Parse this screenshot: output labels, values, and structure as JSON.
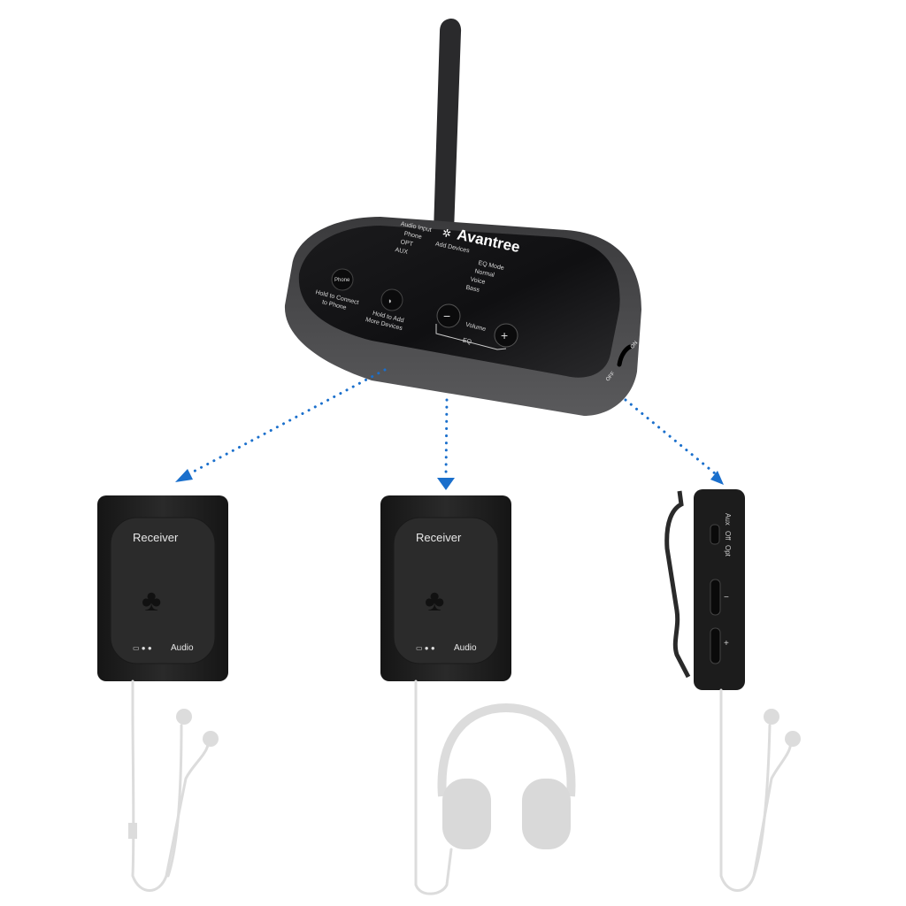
{
  "transmitter": {
    "brand": "Avantree",
    "labels": {
      "audio_input": "Audio Input",
      "phone": "Phone",
      "opt": "OPT",
      "aux": "AUX",
      "add_devices": "Add Devices",
      "eq_mode": "EQ Mode",
      "normal": "Normal",
      "voice": "Voice",
      "bass": "Bass",
      "phone_button": "Phone",
      "hold_connect_1": "Hold to Connect",
      "hold_connect_2": "to Phone",
      "hold_add_1": "Hold to Add",
      "hold_add_2": "More Devices",
      "volume": "Volume",
      "eq": "EQ",
      "minus": "−",
      "plus": "+",
      "off": "OFF",
      "on": "ON"
    }
  },
  "receivers": [
    {
      "title": "Receiver",
      "audio": "Audio",
      "accessory": "earphones"
    },
    {
      "title": "Receiver",
      "audio": "Audio",
      "accessory": "headphones"
    }
  ],
  "clip_receiver": {
    "switch_labels": [
      "Aux",
      "Off",
      "Opt"
    ],
    "minus": "−",
    "plus": "+",
    "accessory": "earphones"
  },
  "colors": {
    "arrow": "#1a6fcc",
    "device": "#1e1e1e",
    "accessory": "#dcdcdc"
  }
}
